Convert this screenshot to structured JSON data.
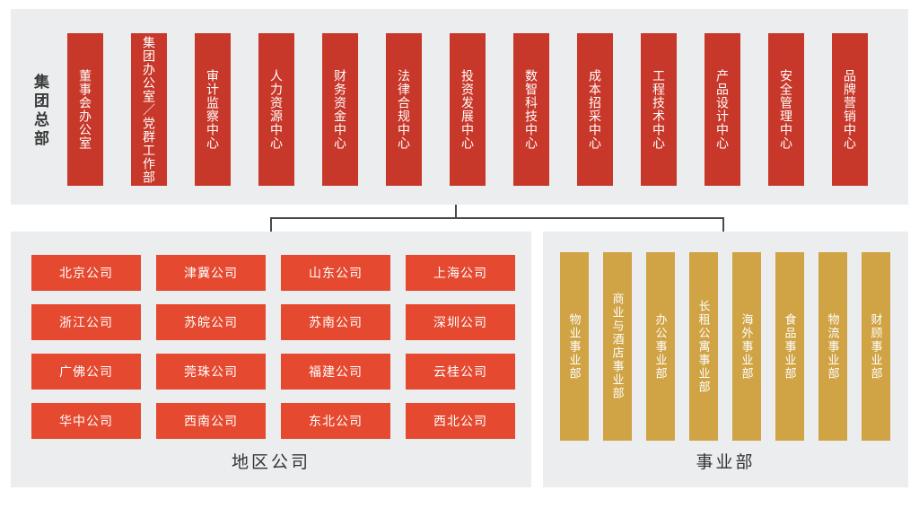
{
  "headquarters": {
    "label": "集团总部",
    "departments": [
      "董事会办公室",
      "集团办公室／党群工作部",
      "审计监察中心",
      "人力资源中心",
      "财务资金中心",
      "法律合规中心",
      "投资发展中心",
      "数智科技中心",
      "成本招采中心",
      "工程技术中心",
      "产品设计中心",
      "安全管理中心",
      "品牌营销中心"
    ]
  },
  "regional_companies": {
    "label": "地区公司",
    "companies": [
      "北京公司",
      "津冀公司",
      "山东公司",
      "上海公司",
      "浙江公司",
      "苏皖公司",
      "苏南公司",
      "深圳公司",
      "广佛公司",
      "莞珠公司",
      "福建公司",
      "云桂公司",
      "华中公司",
      "西南公司",
      "东北公司",
      "西北公司"
    ]
  },
  "business_divisions": {
    "label": "事业部",
    "divisions": [
      "物业事业部",
      "商业与酒店事业部",
      "办公事业部",
      "长租公寓事业部",
      "海外事业部",
      "食品事业部",
      "物流事业部",
      "财顾事业部"
    ]
  },
  "colors": {
    "department_red": "#c8382a",
    "company_red": "#e5492f",
    "division_gold": "#d0a345",
    "panel_background": "#ebedee",
    "connector_line": "#4a4a4a",
    "bar_text": "#ffffff",
    "caption_text": "#333333"
  }
}
